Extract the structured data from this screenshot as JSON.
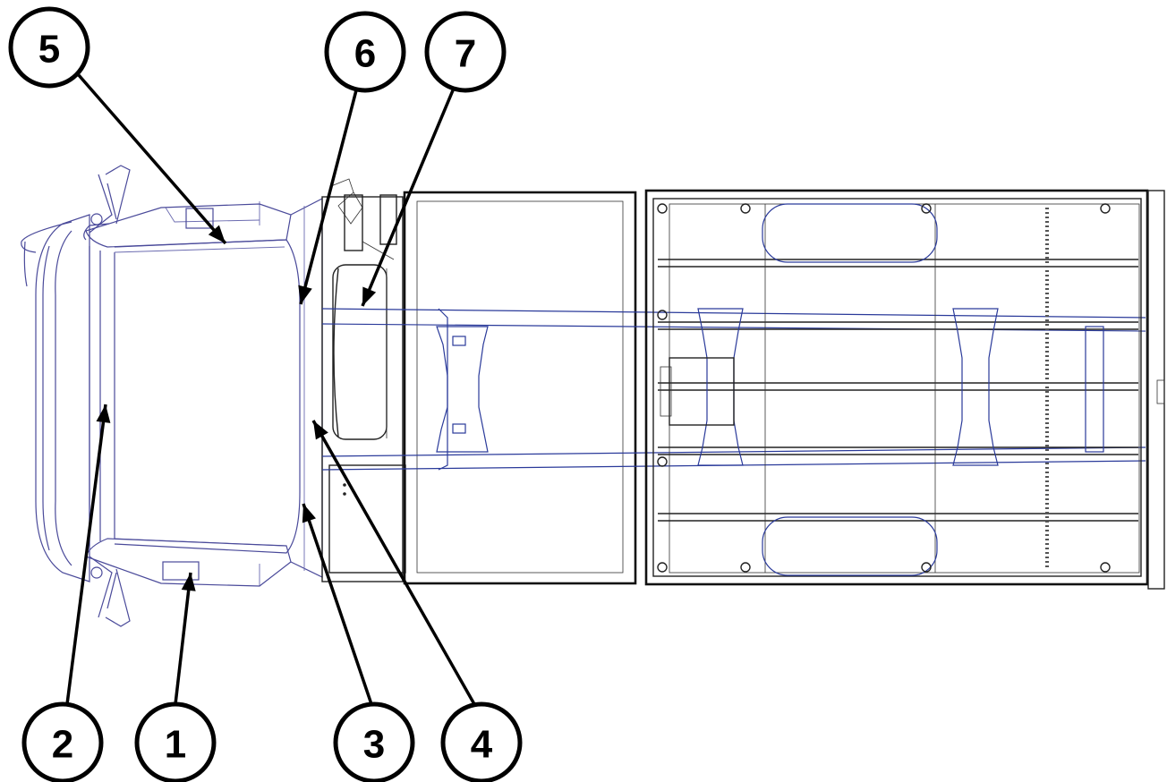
{
  "callouts": [
    {
      "label": "5"
    },
    {
      "label": "6"
    },
    {
      "label": "7"
    },
    {
      "label": "2"
    },
    {
      "label": "1"
    },
    {
      "label": "3"
    },
    {
      "label": "4"
    }
  ],
  "colors": {
    "callout": "#000000",
    "cab_outline": "#4a4a9a",
    "frame_outline": "#222222",
    "chassis_blue": "#2a3a9a"
  }
}
